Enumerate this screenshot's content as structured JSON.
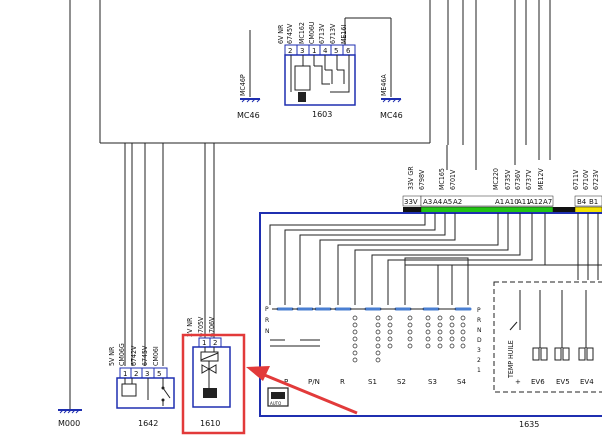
{
  "diagram": {
    "ground_labels": [
      "M000",
      "MC46",
      "MC46",
      "MC46P",
      "ME46A"
    ],
    "top_connector": {
      "pins": [
        "2",
        "3",
        "1",
        "4",
        "5",
        "6"
      ],
      "wire_codes": [
        "6V NR",
        "6745V",
        "MC162",
        "CM06U",
        "6713V",
        "6713V",
        "ME16I"
      ],
      "component": "1603"
    },
    "ecu_connector": {
      "header_codes": [
        "33V GR",
        "6798V",
        "6701V",
        "MC165",
        "MC220",
        "6735V",
        "6736V",
        "6737V",
        "ME12V",
        "6711V",
        "6710V",
        "6723V"
      ],
      "pins": [
        "A3",
        "A4",
        "A5",
        "A2",
        "A1",
        "A10",
        "A11",
        "A12",
        "A7",
        "B4",
        "B1"
      ],
      "component": "1635"
    },
    "left_connector": {
      "wire_codes": [
        "5V NR",
        "CM06G",
        "6742V",
        "6745V",
        "CM06I"
      ],
      "pins": [
        "1",
        "2",
        "3",
        "5"
      ],
      "component": "1642"
    },
    "solenoid_connector": {
      "wire_codes": [
        "2V NR",
        "6705V",
        "6706V"
      ],
      "pins": [
        "1",
        "2"
      ],
      "component": "1610"
    },
    "gear_labels": [
      "P",
      "P/N",
      "R",
      "S1",
      "S2",
      "S3",
      "S4"
    ],
    "left_side_labels": [
      "P",
      "R",
      "N"
    ],
    "right_side_labels": [
      "P",
      "R",
      "N",
      "D",
      "3",
      "2",
      "1"
    ],
    "temp_label": "TEMP HUILE",
    "ev_labels": [
      "EV6",
      "EV5",
      "EV4"
    ],
    "colors": {
      "wire": "#222222",
      "frame": "#1f2fb0",
      "green_band": "#22c414",
      "yellow_band": "#f2e200",
      "arrow": "#e23a3a",
      "highlight": "#e23a3a",
      "coil": "#4a7fd2"
    }
  }
}
